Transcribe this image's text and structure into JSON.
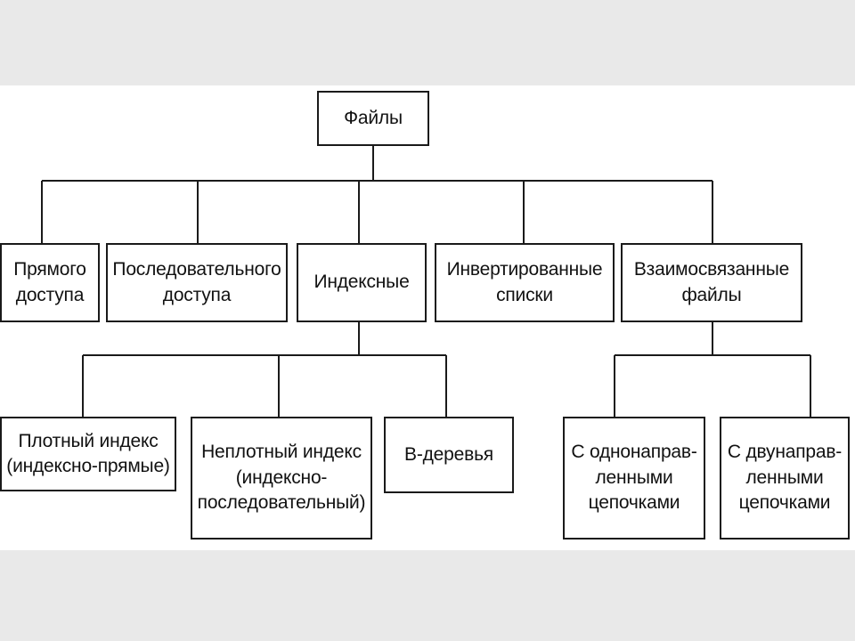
{
  "diagram": {
    "root": "Файлы",
    "level1": [
      "Прямого\nдоступа",
      "Последовательного\nдоступа",
      "Индексные",
      "Инвертированные\nсписки",
      "Взаимосвязанные\nфайлы"
    ],
    "indexed_children": [
      "Плотный индекс\n(индексно-прямые)",
      "Неплотный индекс\n(индексно-\nпоследовательный)",
      "B-деревья"
    ],
    "linked_children": [
      "С однонаправ-\nленными\nцепочками",
      "С двунаправ-\nленными\nцепочками"
    ]
  },
  "colors": {
    "page_background": "#e9e9e9",
    "diagram_background": "#ffffff",
    "stroke": "#1a1a1a"
  }
}
